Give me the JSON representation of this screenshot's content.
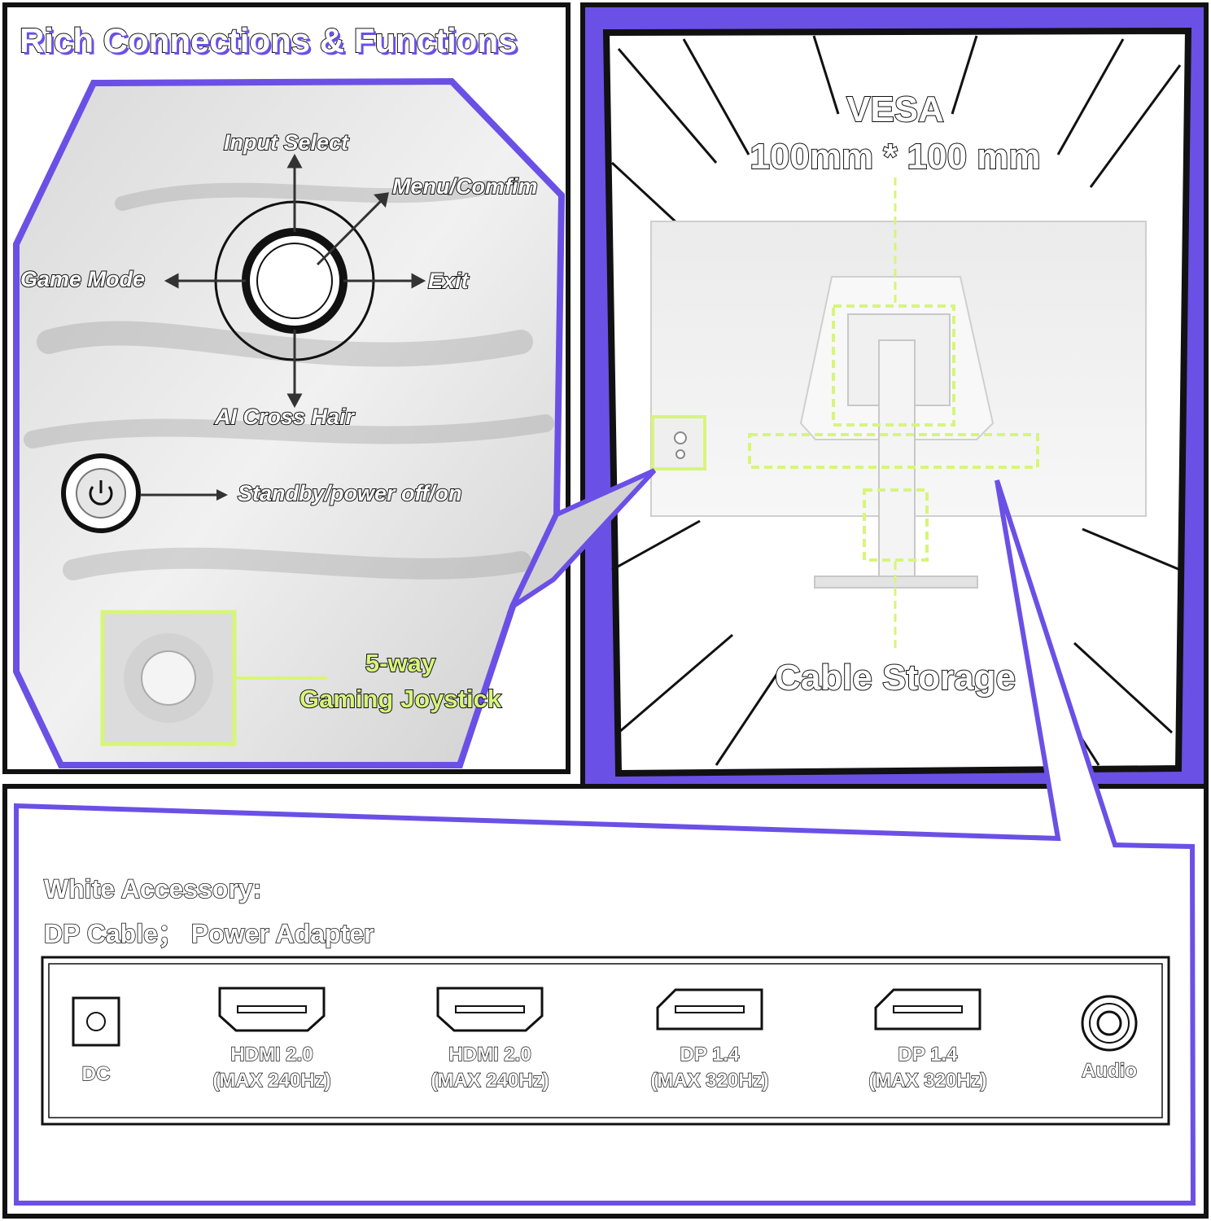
{
  "title": "Rich Connections & Functions",
  "joystick_functions": {
    "up": "Input Select",
    "up_right": "Menu/Comfim",
    "left": "Game Mode",
    "right": "Exit",
    "down": "AI Cross Hair",
    "power": "Standby/power off/on"
  },
  "joystick_label": {
    "line1": "5-way",
    "line2": "Gaming Joystick"
  },
  "vesa": {
    "line1": "VESA",
    "line2": "100mm * 100 mm"
  },
  "cable_storage": "Cable Storage",
  "accessory": {
    "line1": "White Accessory:",
    "line2": "DP Cable； Power Adapter"
  },
  "ports": [
    {
      "name": "DC",
      "spec": "",
      "icon": "dc-port-icon"
    },
    {
      "name": "HDMI 2.0",
      "spec": "(MAX 240Hz)",
      "icon": "hdmi-port-icon"
    },
    {
      "name": "HDMI 2.0",
      "spec": "(MAX 240Hz)",
      "icon": "hdmi-port-icon"
    },
    {
      "name": "DP 1.4",
      "spec": "(MAX 320Hz)",
      "icon": "displayport-icon"
    },
    {
      "name": "DP 1.4",
      "spec": "(MAX 320Hz)",
      "icon": "displayport-icon"
    },
    {
      "name": "Audio",
      "spec": "",
      "icon": "audio-jack-icon"
    }
  ],
  "colors": {
    "accent_purple": "#6b50e6",
    "highlight_green": "#d7f57a",
    "outline": "#111111"
  }
}
